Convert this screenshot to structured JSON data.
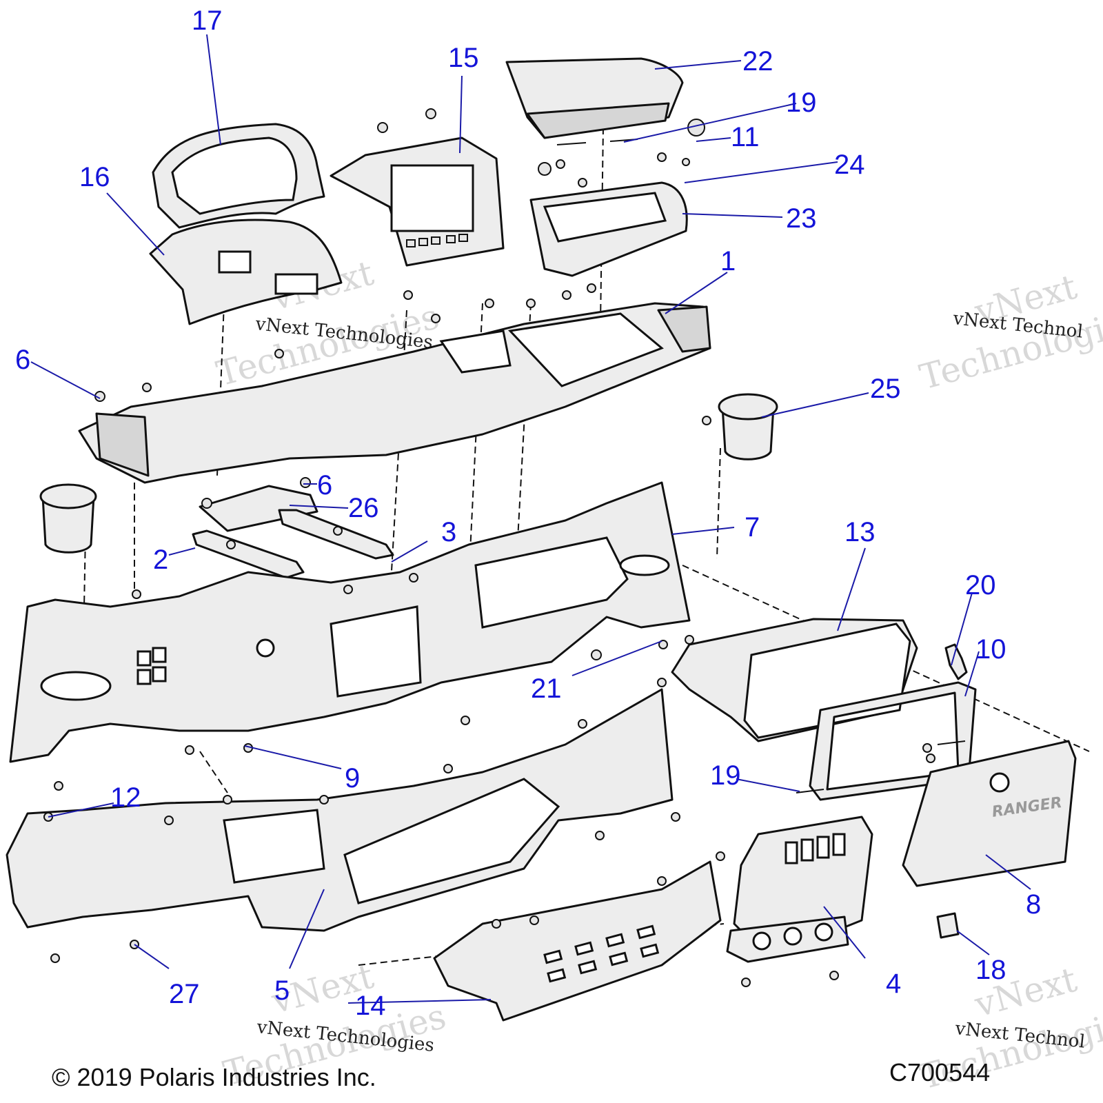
{
  "callouts": [
    "1",
    "2",
    "3",
    "4",
    "5",
    "6",
    "6",
    "7",
    "8",
    "9",
    "10",
    "11",
    "12",
    "13",
    "14",
    "15",
    "16",
    "17",
    "18",
    "19",
    "19",
    "20",
    "21",
    "22",
    "23",
    "24",
    "25",
    "26",
    "27"
  ],
  "watermark": {
    "brand_line1": "vNext",
    "brand_line2": "Technologies",
    "caption": "vNext Technologies",
    "caption_cut": "vNext Technol"
  },
  "footer": {
    "copyright": "© 2019 Polaris Industries Inc.",
    "drawing_number": "C700544"
  },
  "emblem_text": "RANGER"
}
